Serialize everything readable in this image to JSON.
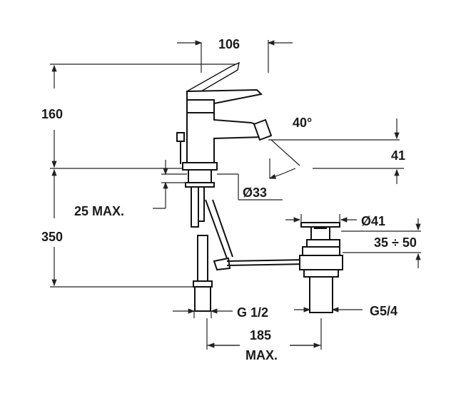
{
  "drawing": {
    "labels": {
      "spout_reach": "106",
      "height_total": "160",
      "nozzle_angle": "40°",
      "nozzle_height": "41",
      "hole_diameter": "Ø33",
      "deck_thickness": "25 MAX.",
      "supply_length": "350",
      "waste_diameter": "Ø41",
      "waste_range": "35 ÷ 50",
      "supply_thread": "G 1/2",
      "waste_thread": "G5/4",
      "rod_length": "185",
      "rod_length_note": "MAX."
    }
  }
}
